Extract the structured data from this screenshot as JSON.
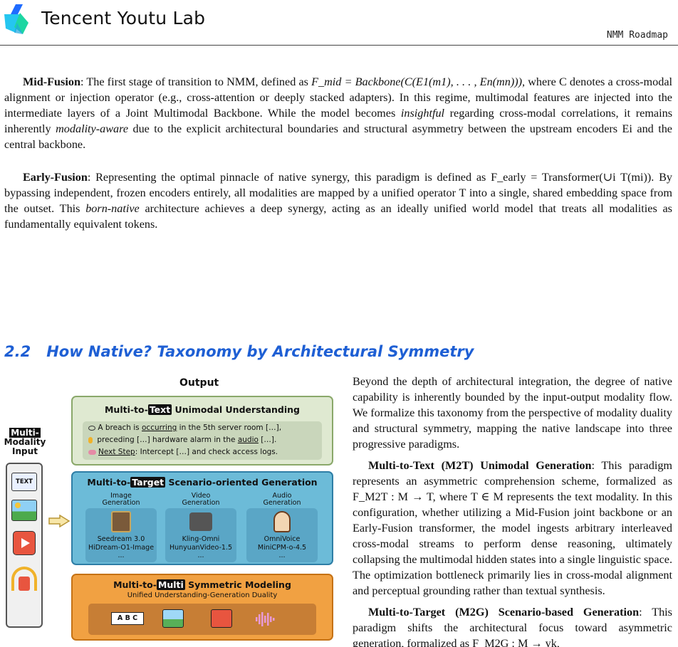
{
  "header": {
    "brand": "Tencent Youtu Lab",
    "doc_tag": "NMM Roadmap",
    "logo_colors": {
      "blue": "#1f6bff",
      "cyan": "#25c6f0",
      "green": "#1dd6a2"
    }
  },
  "mid_fusion": {
    "term": "Mid-Fusion",
    "colon": ":",
    "t1": " The first stage of transition to NMM, defined as ",
    "eq": "F_mid = Backbone(C(E1(m1), . . . , En(mn))),",
    "t2": " where C denotes a cross-modal alignment or injection operator (e.g., cross-attention or deeply stacked adapters). In this regime, multimodal features are injected into the intermediate layers of a Joint Multimodal Backbone. While the model becomes ",
    "em1": "insightful",
    "t3": " regarding cross-modal correlations, it remains inherently ",
    "em2": "modality-aware",
    "t4": " due to the explicit architectural boundaries and structural asymmetry between the upstream encoders Ei and the central backbone."
  },
  "early_fusion": {
    "term": "Early-Fusion",
    "colon": ":",
    "t1": " Representing the optimal pinnacle of native synergy, this paradigm is defined as F_early = Transformer(∪i T(mi)). By bypassing independent, frozen encoders entirely, all modalities are mapped by a unified operator T into a single, shared embedding space from the outset. This ",
    "em1": "born-native",
    "t2": " architecture achieves a deep synergy, acting as an ideally unified world model that treats all modalities as fundamentally equivalent tokens."
  },
  "section": {
    "number": "2.2",
    "title": "How Native? Taxonomy by Architectural Symmetry",
    "color": "#1e5fd4"
  },
  "right_col": {
    "p1": "Beyond the depth of architectural integration, the degree of native capability is inherently bounded by the input-output modality flow. We formalize this taxonomy from the perspective of modality duality and structural symmetry, mapping the native landscape into three progressive paradigms.",
    "p2_term": "Multi-to-Text (M2T) Unimodal Generation",
    "p2_colon": ":",
    "p2": " This paradigm represents an asymmetric comprehension scheme, formalized as F_M2T : M → T, where T ∈ M represents the text modality. In this configuration, whether utilizing a Mid-Fusion joint backbone or an Early-Fusion transformer, the model ingests arbitrary interleaved cross-modal streams to perform dense reasoning, ultimately collapsing the multimodal hidden states into a single linguistic space. The optimization bottleneck primarily lies in cross-modal alignment and perceptual grounding rather than textual synthesis.",
    "p3_term": "Multi-to-Target (M2G) Scenario-based Generation",
    "p3_colon": ":",
    "p3": " This paradigm shifts the architectural focus toward asymmetric generation, formalized as F_M2G : M → yk,"
  },
  "figure": {
    "output_label": "Output",
    "input_label_hl": "Multi-",
    "input_label_rest": "Modality Input",
    "text_icon": "TEXT",
    "m2t": {
      "title_pre": "Multi-to-",
      "title_hl": "Text",
      "title_post": " Unimodal Understanding",
      "line1_pre": " A  breach is ",
      "line1_u": "occurring",
      "line1_post": " in the 5th server room […],",
      "line2_pre": " preceding […] hardware alarm in the ",
      "line2_u": "audio",
      "line2_post": " […].",
      "line3_u": "Next Step",
      "line3_post": ": Intercept […] and check access logs."
    },
    "m2g": {
      "title_pre": "Multi-to-",
      "title_hl": "Target",
      "title_post": " Scenario-oriented Generation",
      "cards": [
        {
          "head1": "Image",
          "head2": "Generation",
          "n1": "Seedream 3.0",
          "n2": "HiDream-O1-Image",
          "n3": "..."
        },
        {
          "head1": "Video",
          "head2": "Generation",
          "n1": "Kling-Omni",
          "n2": "HunyuanVideo-1.5",
          "n3": "..."
        },
        {
          "head1": "Audio",
          "head2": "Generation",
          "n1": "OmniVoice",
          "n2": "MiniCPM-o-4.5",
          "n3": "..."
        }
      ]
    },
    "m2m": {
      "title_pre": "Multi-to-",
      "title_hl": "Multi",
      "title_post": " Symmetric Modeling",
      "subtitle": "Unified Understanding-Generation Duality",
      "abc": "A B C"
    }
  }
}
